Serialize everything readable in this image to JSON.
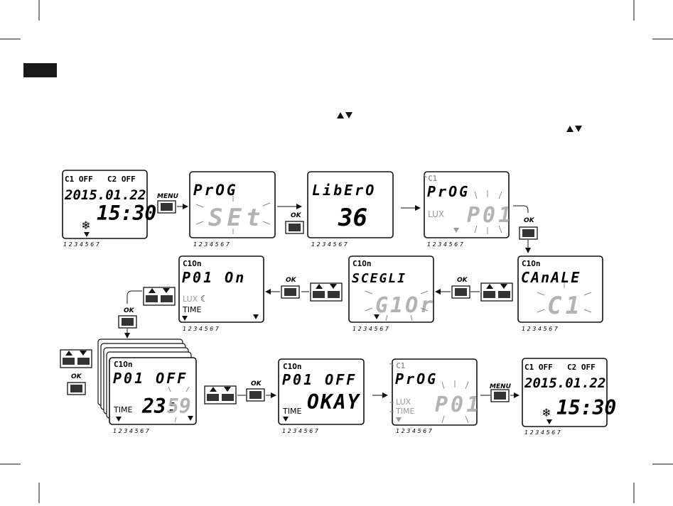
{
  "days": "1 2 3 4 5 6 7",
  "buttons": {
    "menu": "MENU",
    "ok": "OK"
  },
  "screens": {
    "s1": {
      "c1": "C1 OFF",
      "c2": "C2 OFF",
      "date": "2015.01.22",
      "time": "15:30"
    },
    "s2": {
      "l1": "PrOG",
      "l2": "SEt"
    },
    "s3": {
      "l1": "LibErO",
      "l2": "36"
    },
    "s4": {
      "l1": "C1",
      "l2": "PrOG",
      "l3": "LUX",
      "l4": "P01"
    },
    "s5": {
      "l1": "C1On",
      "l2": "CAnALE",
      "l3": "C1"
    },
    "s6": {
      "l1": "C1On",
      "l2": "SCEGLI",
      "l3": "G1Or"
    },
    "s7": {
      "l1": "C1On",
      "l2": "P01 On",
      "l3": "LUX",
      "l4": "TIME"
    },
    "s8": {
      "l1": "C1On",
      "l2": "P01 OFF",
      "l3": "TIME",
      "l4": "23:",
      "l5": "59"
    },
    "s9": {
      "l1": "C1On",
      "l2": "P01 OFF",
      "l3": "OKAY",
      "l4": "TIME"
    },
    "s10": {
      "l1": "C1",
      "l2": "PrOG",
      "l3": "LUX",
      "l4": "TIME",
      "l5": "P01"
    },
    "s11": {
      "c1": "C1 OFF",
      "c2": "C2 OFF",
      "date": "2015.01.22",
      "time": "15:30"
    }
  }
}
